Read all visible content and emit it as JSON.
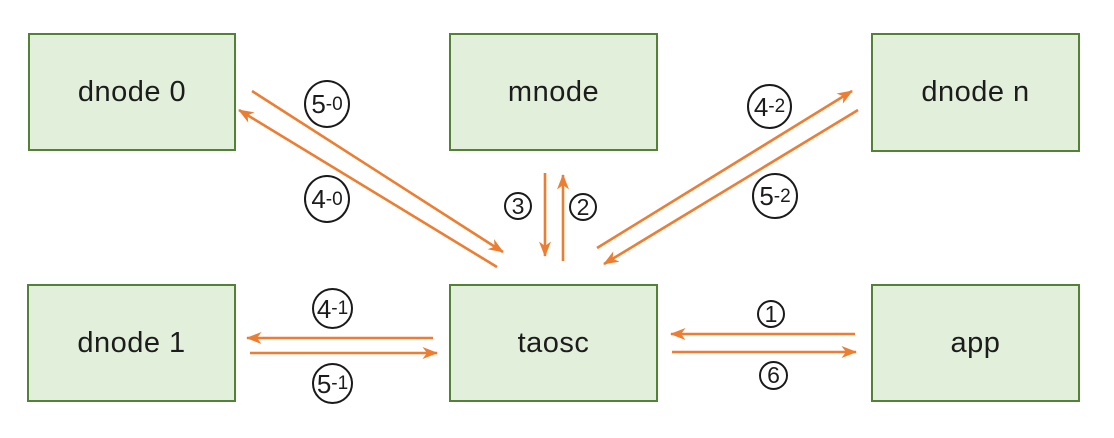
{
  "colors": {
    "background": "#ffffff",
    "box_fill": "#e2efda",
    "box_border": "#538135",
    "arrow": "#ed7d31",
    "badge_border": "#1a1a1a",
    "text": "#1c1c1c"
  },
  "nodes": [
    {
      "id": "dnode0",
      "label": "dnode 0"
    },
    {
      "id": "mnode",
      "label": "mnode"
    },
    {
      "id": "dnoden",
      "label": "dnode n"
    },
    {
      "id": "dnode1",
      "label": "dnode 1"
    },
    {
      "id": "taosc",
      "label": "taosc"
    },
    {
      "id": "app",
      "label": "app"
    }
  ],
  "edges": [
    {
      "label": "5-0",
      "label_main": "5",
      "label_suffix": "-0",
      "from": "dnode0",
      "to": "taosc"
    },
    {
      "label": "4-0",
      "label_main": "4",
      "label_suffix": "-0",
      "from": "taosc",
      "to": "dnode0"
    },
    {
      "label": "3",
      "label_main": "3",
      "label_suffix": "",
      "from": "mnode",
      "to": "taosc"
    },
    {
      "label": "2",
      "label_main": "2",
      "label_suffix": "",
      "from": "taosc",
      "to": "mnode"
    },
    {
      "label": "4-2",
      "label_main": "4",
      "label_suffix": "-2",
      "from": "taosc",
      "to": "dnoden"
    },
    {
      "label": "5-2",
      "label_main": "5",
      "label_suffix": "-2",
      "from": "dnoden",
      "to": "taosc"
    },
    {
      "label": "4-1",
      "label_main": "4",
      "label_suffix": "-1",
      "from": "taosc",
      "to": "dnode1"
    },
    {
      "label": "5-1",
      "label_main": "5",
      "label_suffix": "-1",
      "from": "dnode1",
      "to": "taosc"
    },
    {
      "label": "1",
      "label_main": "1",
      "label_suffix": "",
      "from": "app",
      "to": "taosc"
    },
    {
      "label": "6",
      "label_main": "6",
      "label_suffix": "",
      "from": "taosc",
      "to": "app"
    }
  ]
}
